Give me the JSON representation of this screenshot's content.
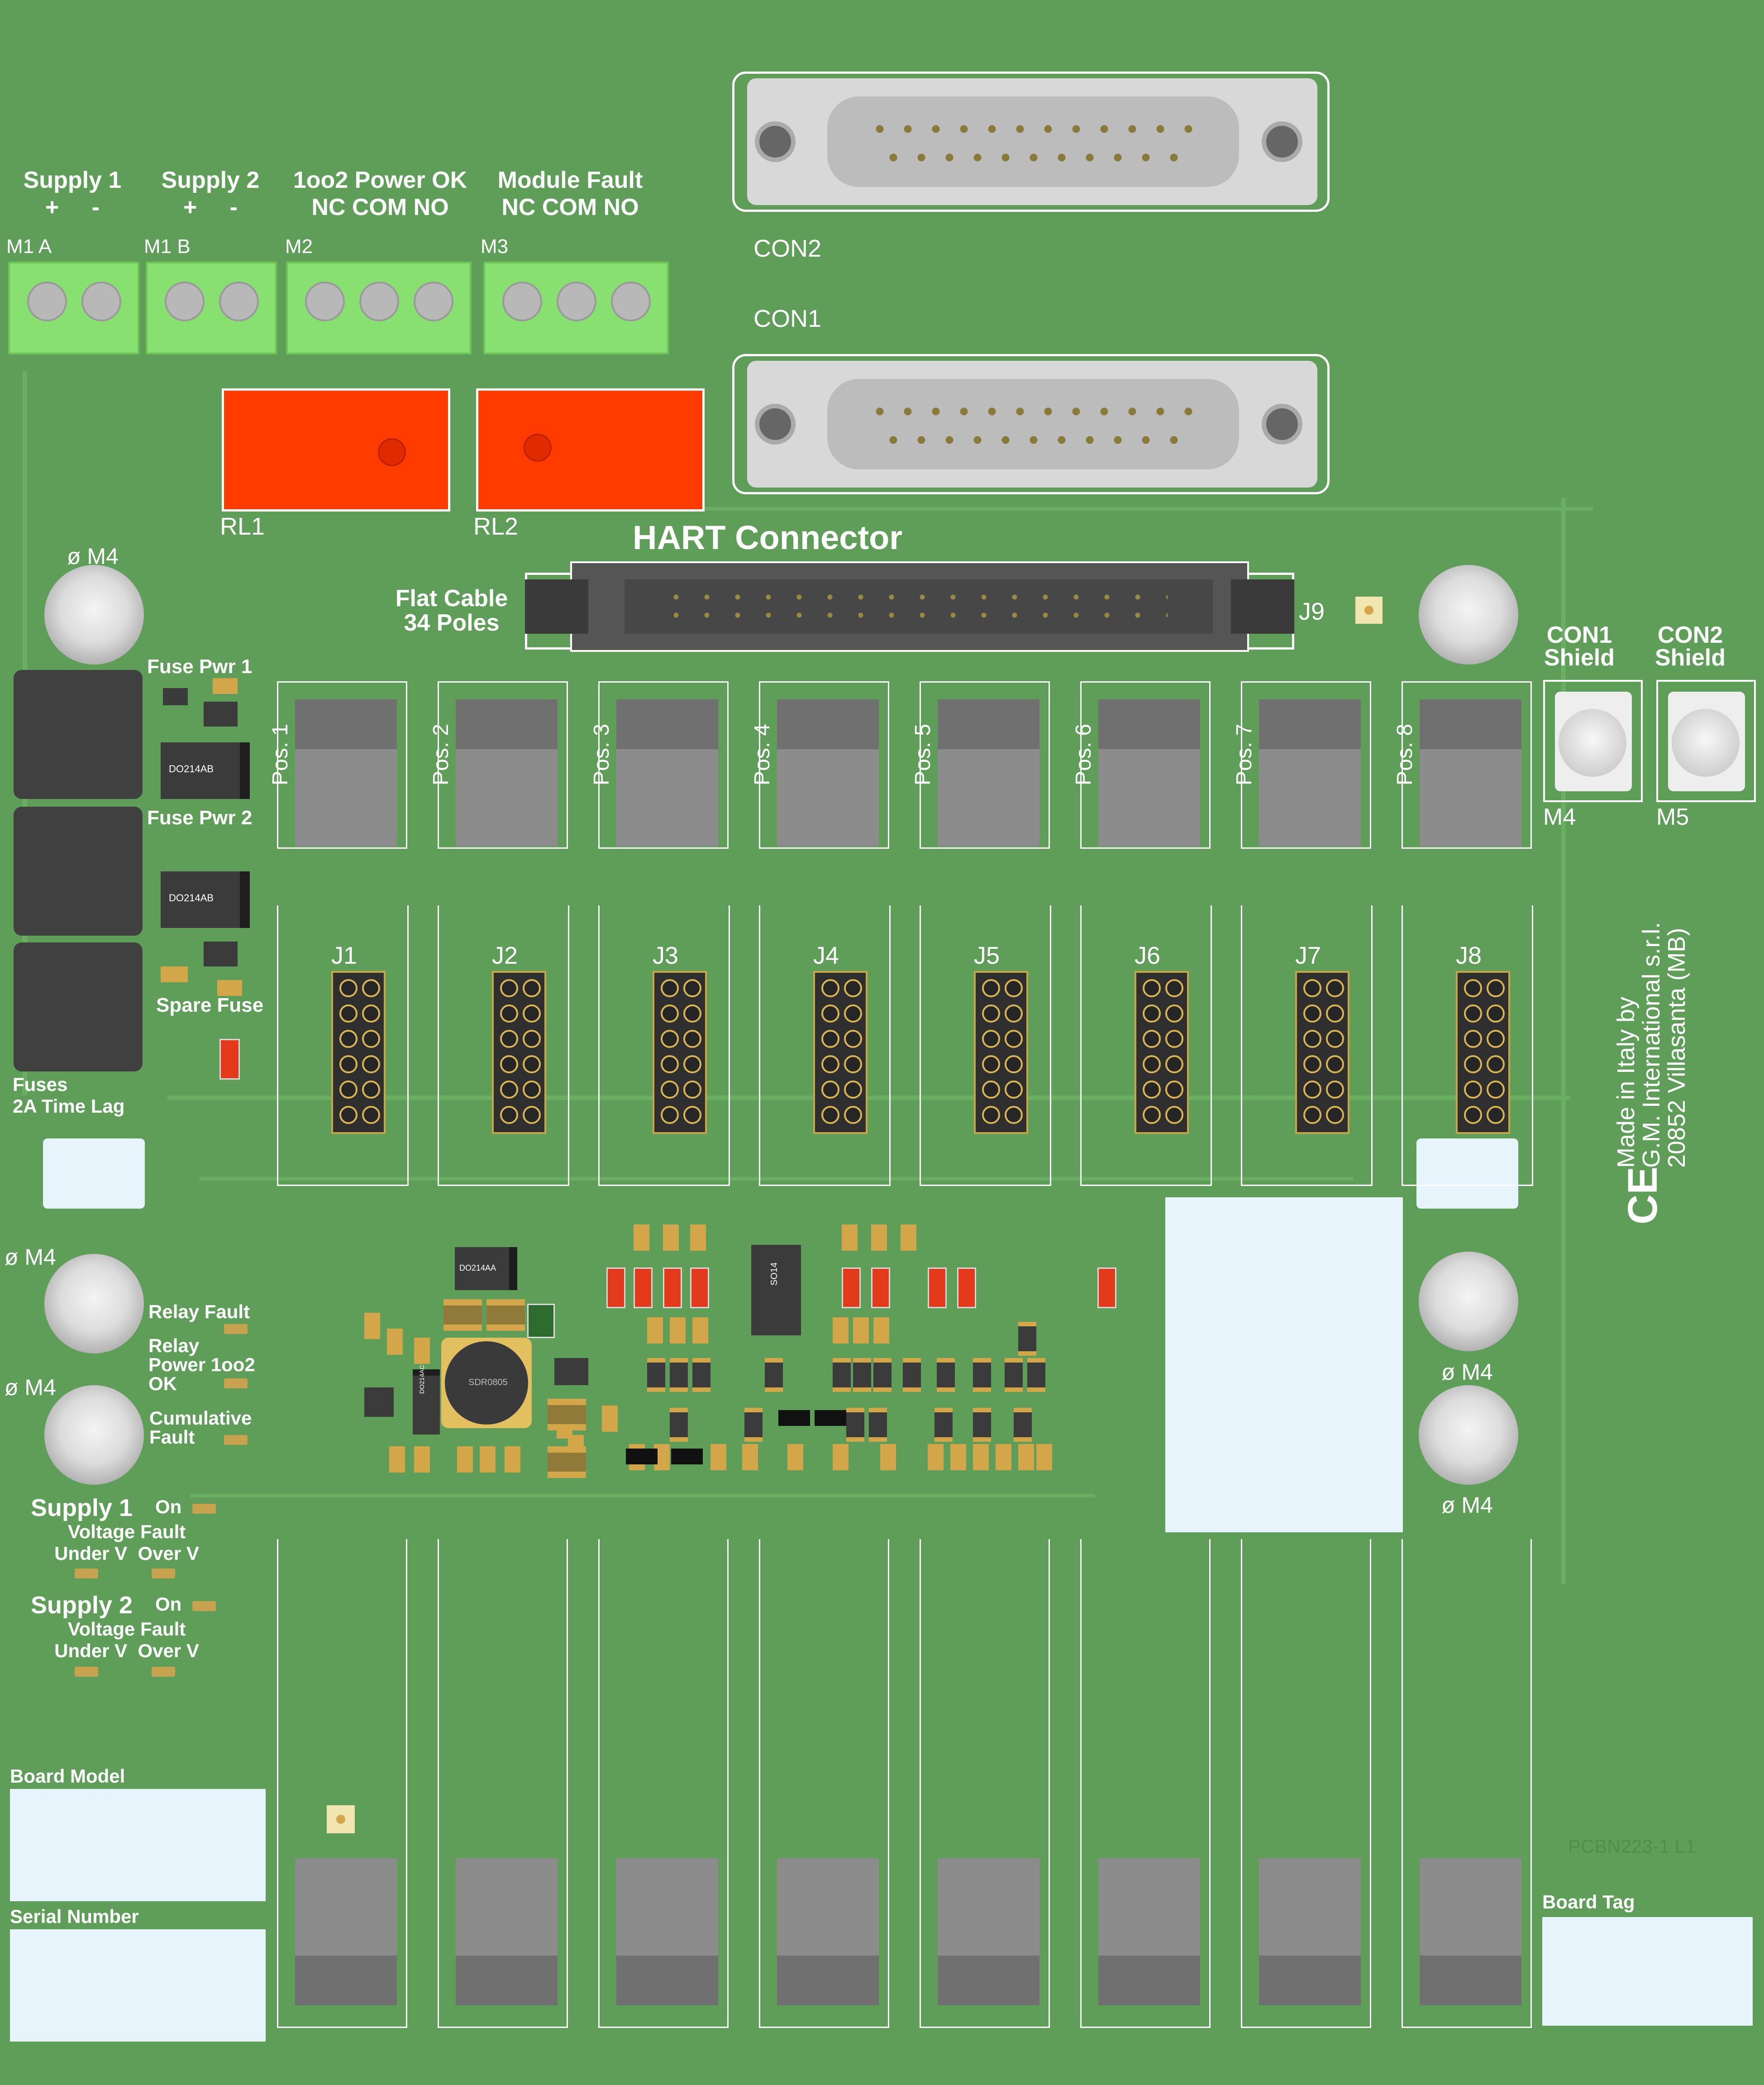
{
  "board": {
    "colors": {
      "pcb": "#5e9e58",
      "silk": "#ffffff",
      "terminal": "#88e070",
      "relay": "#ff3b00",
      "fuse": "#e33a1c"
    },
    "terminals": [
      {
        "title": "Supply 1",
        "pins": "+     -",
        "ref": "M1 A"
      },
      {
        "title": "Supply 2",
        "pins": "+     -",
        "ref": "M1 B"
      },
      {
        "title": "1oo2 Power OK",
        "pins": "NC COM NO",
        "ref": "M2"
      },
      {
        "title": "Module Fault",
        "pins": "NC COM NO",
        "ref": "M3"
      }
    ],
    "relays": [
      "RL1",
      "RL2"
    ],
    "connectors": {
      "con2": "CON2",
      "con1": "CON1"
    },
    "hart": {
      "title": "HART Connector",
      "flat_cable": [
        "Flat Cable",
        "34 Poles"
      ],
      "ref": "J9"
    },
    "shields": [
      {
        "title": "CON1",
        "sub": "Shield",
        "ref": "M4"
      },
      {
        "title": "CON2",
        "sub": "Shield",
        "ref": "M5"
      }
    ],
    "mount_label": "ø M4",
    "fuses": {
      "pwr1": "Fuse Pwr 1",
      "pwr2": "Fuse Pwr 2",
      "spare": "Spare Fuse",
      "note1": "Fuses",
      "note2": "2A Time Lag",
      "diode": "DO214AB",
      "diode_small": "DO214AA",
      "diode_c": "DO214AC"
    },
    "positions": [
      "Pos. 1",
      "Pos. 2",
      "Pos. 3",
      "Pos. 4",
      "Pos. 5",
      "Pos. 6",
      "Pos. 7",
      "Pos. 8"
    ],
    "headers": [
      "J1",
      "J2",
      "J3",
      "J4",
      "J5",
      "J6",
      "J7",
      "J8"
    ],
    "status": {
      "relay_fault": "Relay Fault",
      "relay_power": [
        "Relay",
        "Power 1oo2",
        "OK"
      ],
      "cumulative": [
        "Cumulative",
        "Fault"
      ],
      "supply1": "Supply 1",
      "supply2": "Supply 2",
      "on": "On",
      "voltage_fault": "Voltage Fault",
      "under_over": "Under V  Over V"
    },
    "ic_labels": {
      "so14": "SO14",
      "inductor": "SDR0805"
    },
    "maker": [
      "Made in Italy by",
      "G.M. International s.r.l.",
      "20852 Villasanta (MB)"
    ],
    "ce": "CE",
    "pcb_code": "PCBN223-1  L1",
    "labels": {
      "board_model": "Board Model",
      "serial_number": "Serial Number",
      "board_tag": "Board Tag"
    }
  }
}
